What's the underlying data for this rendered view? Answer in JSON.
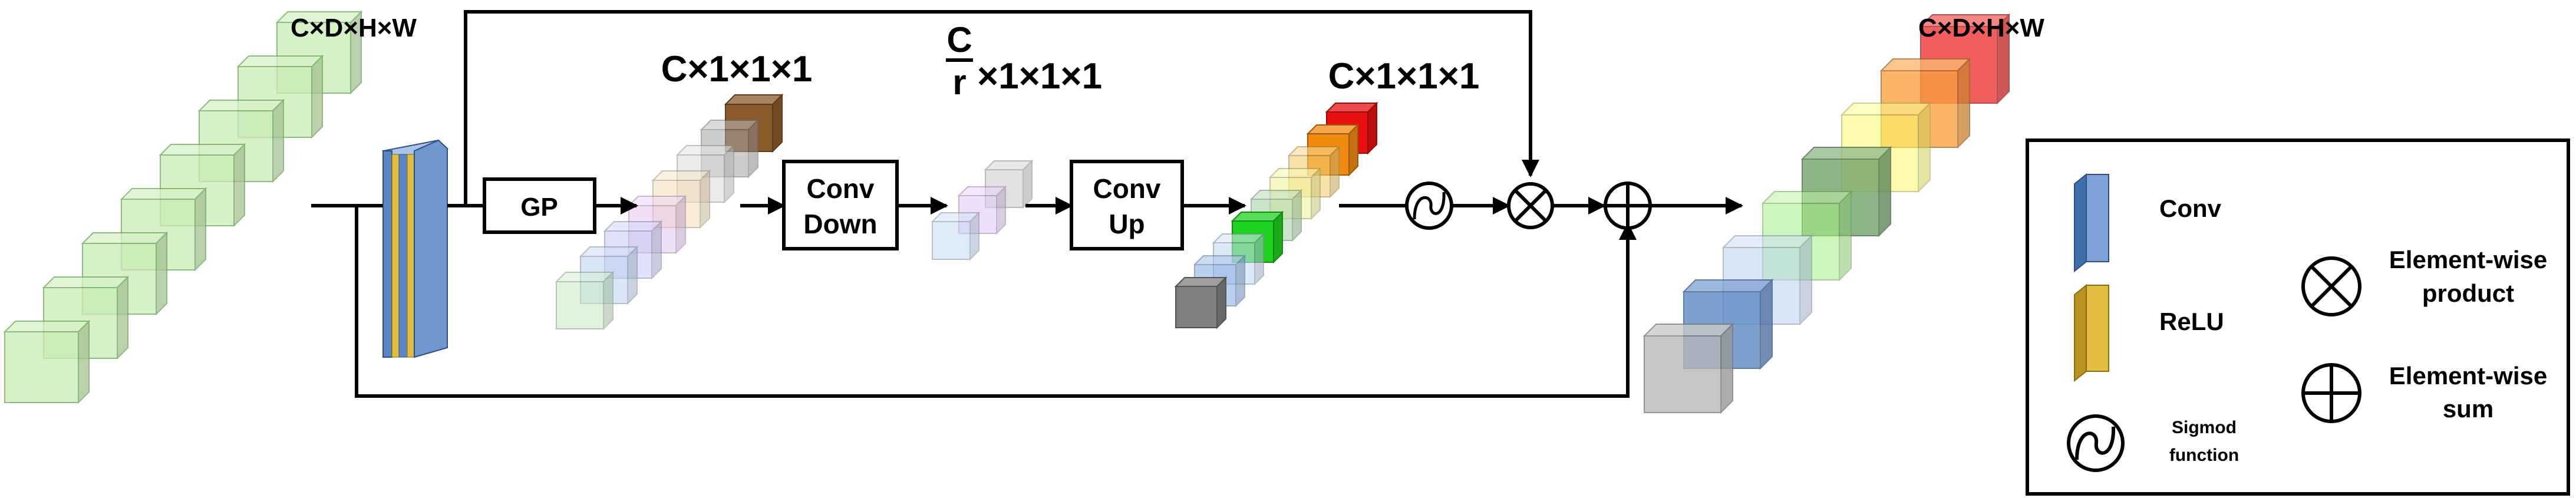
{
  "labels": {
    "input_dims": "C×D×H×W",
    "output_dims": "C×D×H×W",
    "c111_left": "C×1×1×1",
    "c111_right": "C×1×1×1",
    "fraction_num": "C",
    "fraction_den": "r",
    "fraction_rest": "×1×1×1"
  },
  "blocks": {
    "gp": "GP",
    "conv_down": [
      "Conv",
      "Down"
    ],
    "conv_up": [
      "Conv",
      "Up"
    ]
  },
  "legend": {
    "conv": "Conv",
    "relu": "ReLU",
    "sigmoid": [
      "Sigmod",
      "function"
    ],
    "product": [
      "Element-wise",
      "product"
    ],
    "sum": [
      "Element-wise",
      "sum"
    ]
  },
  "colors": {
    "input_green": "#c9ecb5",
    "conv_blue": "#5b86c4",
    "relu_yellow": "#e3bd3f",
    "line": "#000000"
  },
  "stack1_colors": [
    "#c7e9c0",
    "#bcd3f2",
    "#c6c8f5",
    "#e6c5f2",
    "#f6dfb8",
    "#d9d9d9",
    "#a6a6a6",
    "#8b5a2b"
  ],
  "stack2_colors": [
    "#c6d9f5",
    "#e4c6f5",
    "#c9c9c9"
  ],
  "stack3_colors": [
    "#7f7f7f",
    "#8db1e6",
    "#c5dcf2",
    "#1fd11f",
    "#a9d5a9",
    "#f5f5a0",
    "#f7ce72",
    "#f08a10",
    "#e81010"
  ],
  "output_colors": [
    "#b7b7b7",
    "#5b86c4",
    "#bcd3f2",
    "#a5ef86",
    "#6fa168",
    "#fdfa6a",
    "#f8a040",
    "#ef3232"
  ]
}
